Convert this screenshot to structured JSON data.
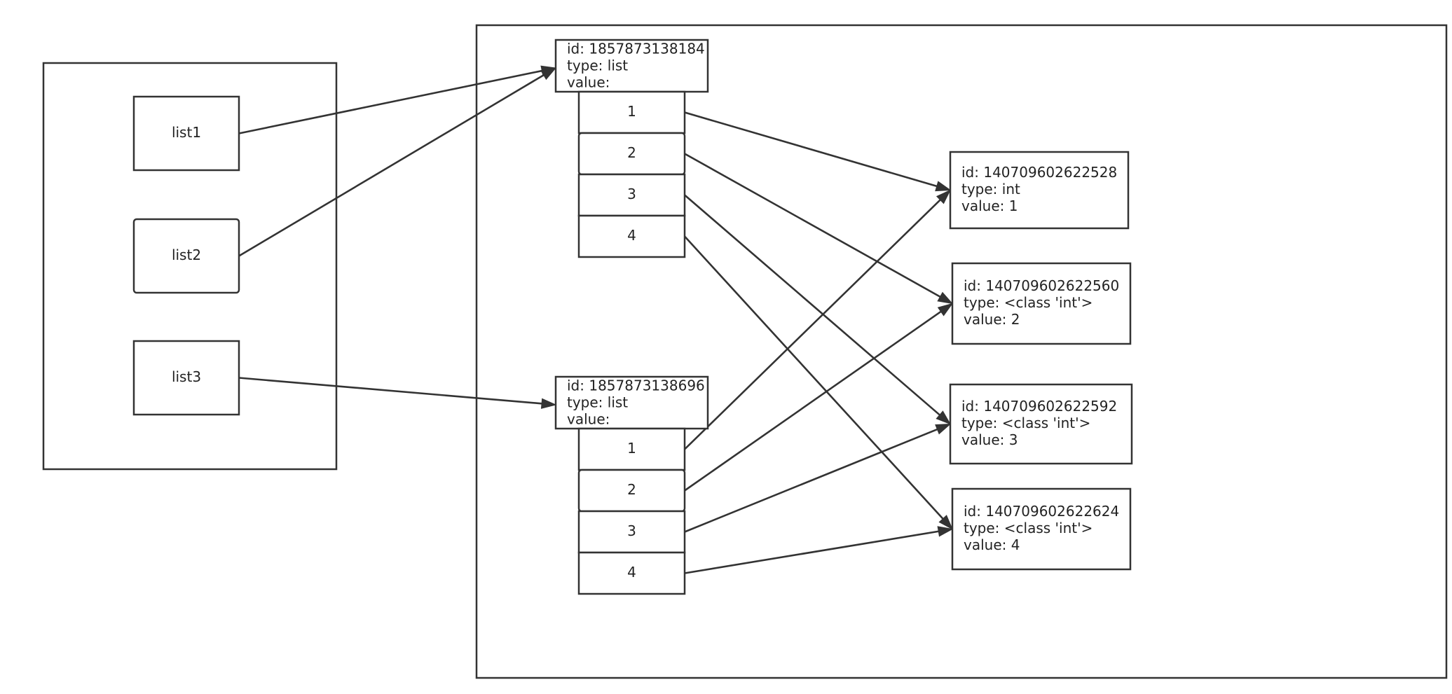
{
  "colors": {
    "stroke": "#333333",
    "text": "#222222",
    "background": "#ffffff"
  },
  "variables": [
    {
      "key": "list1",
      "label": "list1"
    },
    {
      "key": "list2",
      "label": "list2"
    },
    {
      "key": "list3",
      "label": "list3"
    }
  ],
  "list_objects": [
    {
      "key": "listA",
      "id_text": "id:  1857873138184",
      "type_text": "type:  list",
      "value_text": "value:",
      "items": [
        "1",
        "2",
        "3",
        "4"
      ]
    },
    {
      "key": "listB",
      "id_text": "id:  1857873138696",
      "type_text": "type:  list",
      "value_text": "value:",
      "items": [
        "1",
        "2",
        "3",
        "4"
      ]
    }
  ],
  "int_objects": [
    {
      "key": "int1",
      "id_text": "id:  140709602622528",
      "type_text": "type:  int",
      "value_text": "value:  1"
    },
    {
      "key": "int2",
      "id_text": "id:  140709602622560",
      "type_text": "type:  <class 'int'>",
      "value_text": "value:  2"
    },
    {
      "key": "int3",
      "id_text": "id:  140709602622592",
      "type_text": "type:  <class 'int'>",
      "value_text": "value:  3"
    },
    {
      "key": "int4",
      "id_text": "id:  140709602622624",
      "type_text": "type:  <class 'int'>",
      "value_text": "value:  4"
    }
  ],
  "references": [
    {
      "from": "list1",
      "to": "listA"
    },
    {
      "from": "list2",
      "to": "listA"
    },
    {
      "from": "list3",
      "to": "listB"
    },
    {
      "from": "listA.0",
      "to": "int1"
    },
    {
      "from": "listA.1",
      "to": "int2"
    },
    {
      "from": "listA.2",
      "to": "int3"
    },
    {
      "from": "listA.3",
      "to": "int4"
    },
    {
      "from": "listB.0",
      "to": "int1"
    },
    {
      "from": "listB.1",
      "to": "int2"
    },
    {
      "from": "listB.2",
      "to": "int3"
    },
    {
      "from": "listB.3",
      "to": "int4"
    }
  ]
}
